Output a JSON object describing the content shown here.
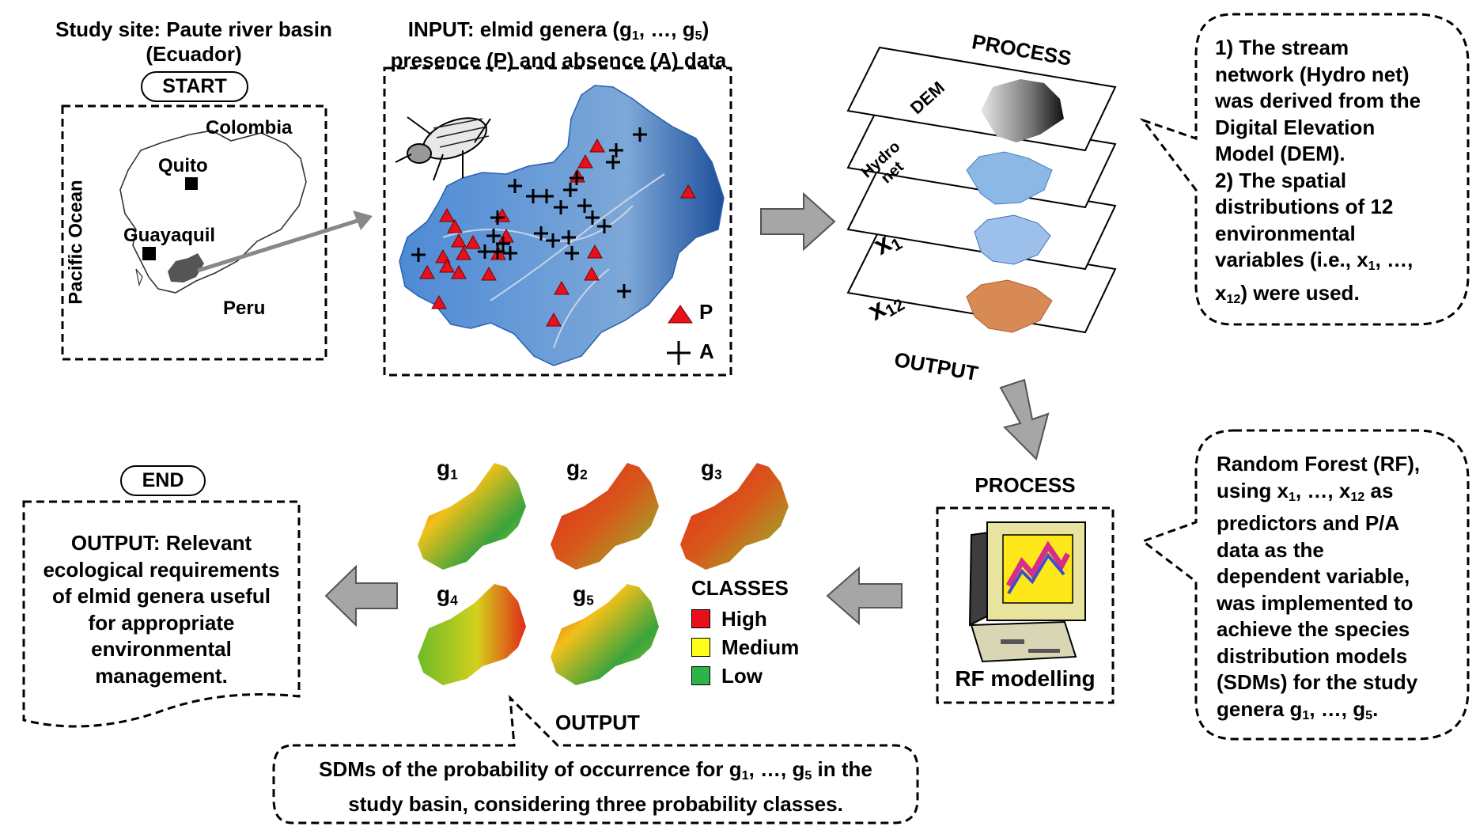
{
  "study_site": {
    "title_line1": "Study site: Paute river basin",
    "title_line2": "(Ecuador)",
    "start_label": "START",
    "colombia": "Colombia",
    "quito": "Quito",
    "guayaquil": "Guayaquil",
    "peru": "Peru",
    "pacific": "Pacific Ocean"
  },
  "input": {
    "line1_a": "INPUT: elmid genera (g",
    "line1_sub1": "1",
    "line1_b": ", …, g",
    "line1_sub2": "5",
    "line1_c": ")",
    "line2": "presence (P) and absence (A) data",
    "legend_p": "P",
    "legend_a": "A"
  },
  "process_top": {
    "title": "PROCESS",
    "output": "OUTPUT",
    "layer_dem": "DEM",
    "layer_hydro_1": "Hydro",
    "layer_hydro_2": "net",
    "layer_x1": "x",
    "layer_x1_sub": "1",
    "layer_x12": "x",
    "layer_x12_sub": "12"
  },
  "note_top": {
    "line1": "1) The stream",
    "line2": "network (Hydro net)",
    "line3": "was derived from the",
    "line4": "Digital Elevation",
    "line5": "Model (DEM).",
    "line6": "2) The spatial",
    "line7": "distributions of 12",
    "line8": "environmental",
    "line9": "variables (i.e., x",
    "line9_sub": "1",
    "line9_b": ", …,",
    "line10": "x",
    "line10_sub": "12",
    "line10_b": ") were used."
  },
  "process_rf": {
    "title": "PROCESS",
    "label": "RF modelling"
  },
  "note_rf": {
    "line1": "Random Forest (RF),",
    "line2_a": "using x",
    "line2_sub1": "1",
    "line2_b": ", …, x",
    "line2_sub2": "12",
    "line2_c": " as",
    "line3": "predictors and P/A",
    "line4": "data as the",
    "line5": "dependent variable,",
    "line6": "was implemented to",
    "line7": "achieve the species",
    "line8": "distribution models",
    "line9": "(SDMs) for the study",
    "line10_a": "genera g",
    "line10_sub1": "1",
    "line10_b": ", …, g",
    "line10_sub2": "5",
    "line10_c": "."
  },
  "sdm": {
    "g1": "g",
    "g1_sub": "1",
    "g2": "g",
    "g2_sub": "2",
    "g3": "g",
    "g3_sub": "3",
    "g4": "g",
    "g4_sub": "4",
    "g5": "g",
    "g5_sub": "5",
    "classes_title": "CLASSES",
    "classes": [
      {
        "label": "High",
        "color": "#e8101a"
      },
      {
        "label": "Medium",
        "color": "#ffff1a"
      },
      {
        "label": "Low",
        "color": "#2db34a"
      }
    ],
    "output_label": "OUTPUT",
    "caption_line1_a": "SDMs of the probability of occurrence for g",
    "caption_line1_sub1": "1",
    "caption_line1_b": ", …, g",
    "caption_line1_sub2": "5",
    "caption_line1_c": " in the",
    "caption_line2": "study basin, considering three probability classes."
  },
  "end": {
    "end_label": "END",
    "line1": "OUTPUT: Relevant",
    "line2": "ecological requirements",
    "line3": "of elmid genera useful",
    "line4": "for appropriate",
    "line5": "environmental",
    "line6": "management."
  },
  "icons": [
    "beetle-icon",
    "computer-icon",
    "arrow-right-icon",
    "arrow-down-icon",
    "arrow-left-icon"
  ],
  "colors": {
    "presence": "#e8101a",
    "basin_blue": "#3b74c8",
    "process_arrow": "#a6a6a6"
  }
}
